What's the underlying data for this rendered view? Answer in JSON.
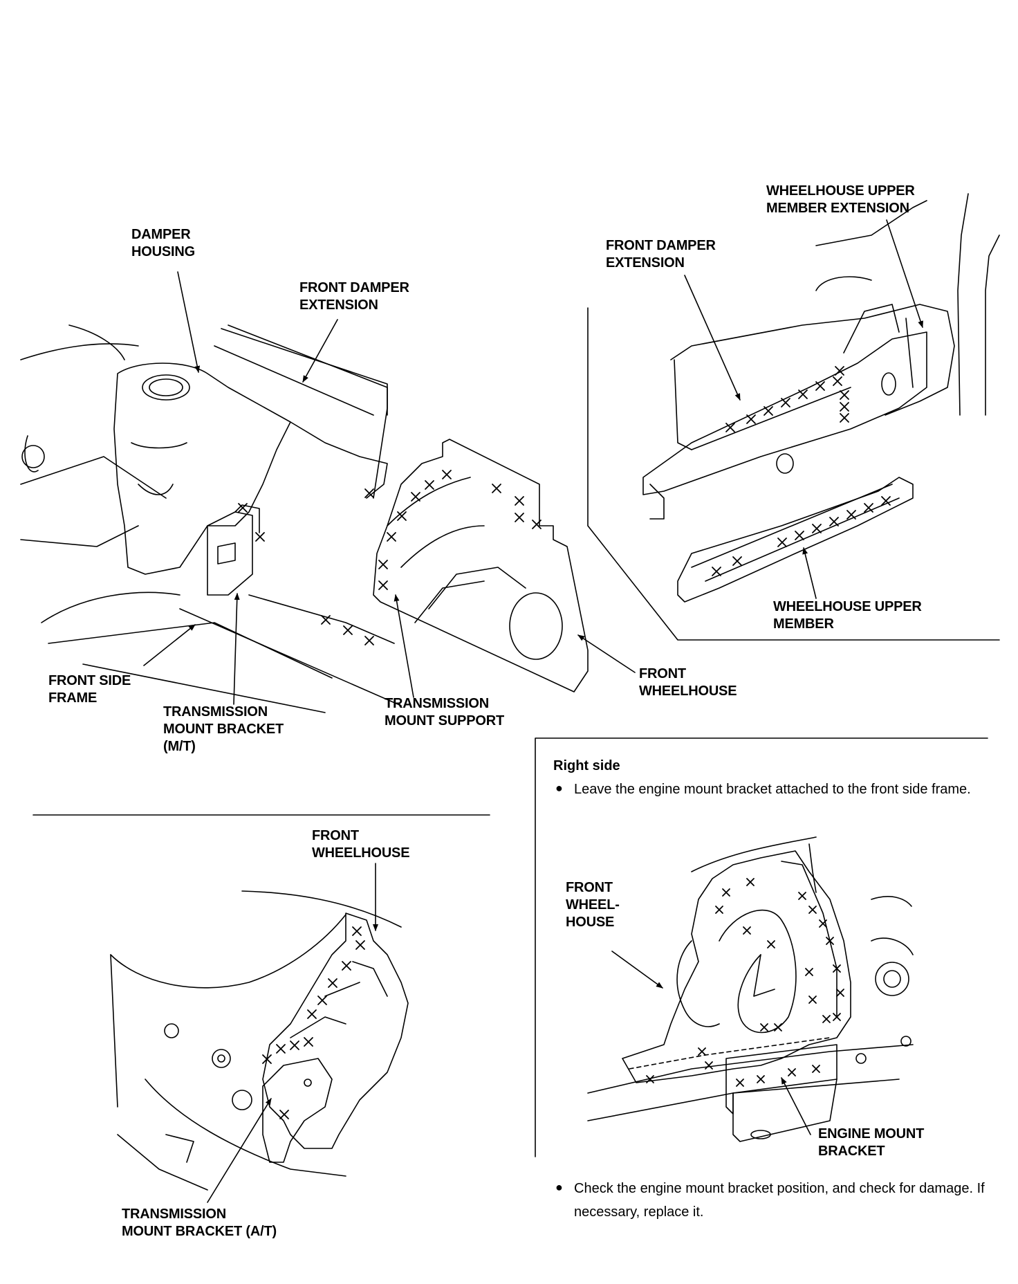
{
  "figure1": {
    "damper_housing": "DAMPER\nHOUSING",
    "front_damper_extension": "FRONT DAMPER\nEXTENSION",
    "front_side_frame": "FRONT SIDE\nFRAME",
    "transmission_mount_bracket_mt": "TRANSMISSION\nMOUNT BRACKET\n(M/T)",
    "transmission_mount_support": "TRANSMISSION\nMOUNT SUPPORT",
    "front_wheelhouse": "FRONT\nWHEELHOUSE"
  },
  "figure2": {
    "wheelhouse_upper_member_extension": "WHEELHOUSE UPPER\nMEMBER EXTENSION",
    "front_damper_extension": "FRONT DAMPER\nEXTENSION",
    "wheelhouse_upper_member": "WHEELHOUSE UPPER\nMEMBER"
  },
  "figure3": {
    "front_wheelhouse": "FRONT\nWHEELHOUSE",
    "transmission_mount_bracket_at": "TRANSMISSION\nMOUNT BRACKET (A/T)"
  },
  "right_side": {
    "title": "Right side",
    "note1": "Leave the engine mount bracket attached to the front side frame.",
    "front_wheelhouse": "FRONT\nWHEEL-\nHOUSE",
    "engine_mount_bracket": "ENGINE MOUNT\nBRACKET",
    "note2": "Check the engine mount bracket position, and check for damage. If necessary, replace it."
  }
}
